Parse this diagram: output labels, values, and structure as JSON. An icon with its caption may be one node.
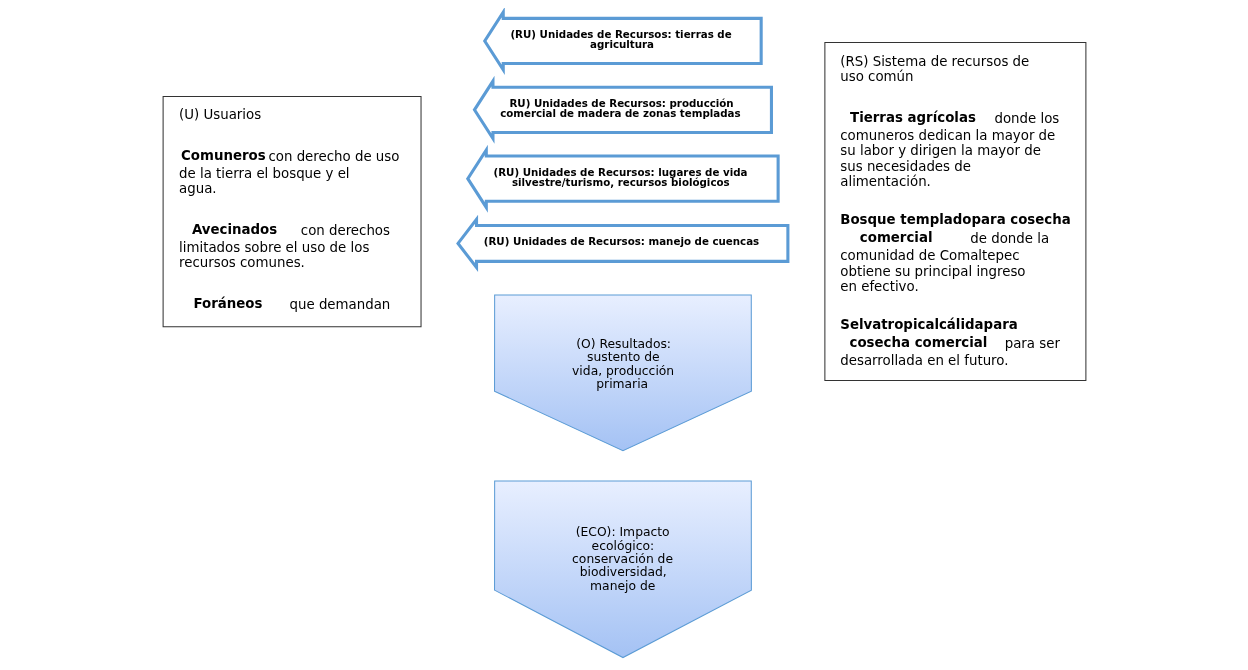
{
  "diagram": {
    "nodes": [
      {
        "text": [
          "(U) Usuarios",
          "**Comuneros** con derecho de uso de la tierra el bosque y el agua.",
          "**Avecinados** con derechos limitados sobre el uso de los recursos comunes.",
          "**Foráneos** que demandan"
        ]
      },
      {
        "text": [
          "(RU) Unidades de Recursos: tierras de agricultura"
        ]
      },
      {
        "text": [
          "RU) Unidades de Recursos: producción comercial de madera de zonas templadas"
        ]
      },
      {
        "text": [
          "(RU) Unidades de Recursos: lugares de vida silvestre/turismo, recursos biológicos"
        ]
      },
      {
        "text": [
          "(RU) Unidades de Recursos: manejo de cuencas"
        ]
      },
      {
        "text": [
          "(RS) Sistema de recursos de uso común",
          "**Tierras agrícolas** donde los comuneros dedican la mayor de su labor y dirigen la mayor de sus necesidades de alimentación.",
          "**Bosque templadopara cosecha comercial** de donde la comunidad de Comaltepec obtiene su principal ingreso en efectivo.",
          "**Selvatropicalcálidapara cosecha comercial** para ser desarrollada en el futuro."
        ]
      },
      {
        "text": [
          "(O) Resultados: sustento de vida, producción primaria"
        ]
      },
      {
        "text": [
          "(ECO): Impacto ecológico: conservación de biodiversidad, manejo de"
        ]
      }
    ],
    "edges": []
  }
}
